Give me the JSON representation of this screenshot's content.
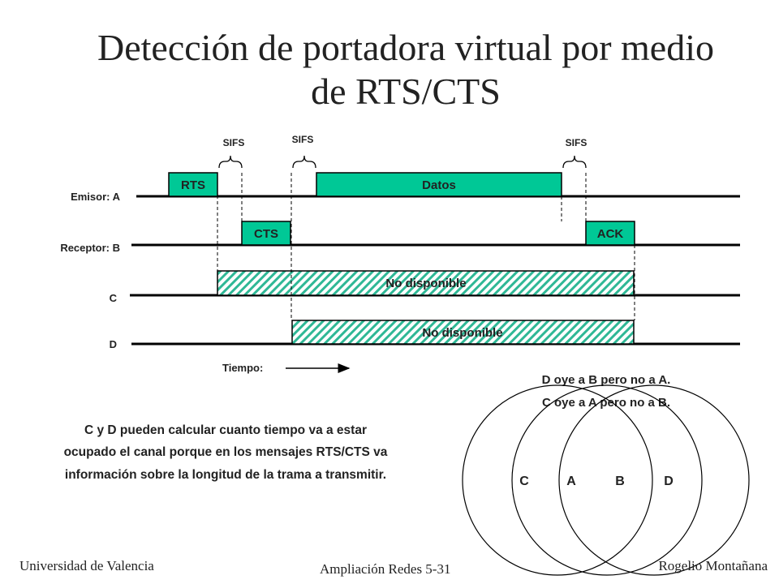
{
  "title": {
    "line1": "Detección de portadora virtual por medio",
    "line2": "de RTS/CTS"
  },
  "timeline": {
    "rows": [
      {
        "label": "Emisor: A"
      },
      {
        "label": "Receptor: B"
      },
      {
        "label": "C"
      },
      {
        "label": "D"
      }
    ],
    "frames": {
      "rts": "RTS",
      "cts": "CTS",
      "data": "Datos",
      "ack": "ACK"
    },
    "sifs": [
      "SIFS",
      "SIFS",
      "SIFS"
    ],
    "nav": [
      "No disponible",
      "No disponible"
    ],
    "time_label": "Tiempo:"
  },
  "note": {
    "line1": "C y D pueden calcular cuanto tiempo va a estar",
    "line2": "ocupado el canal porque en los mensajes RTS/CTS va",
    "line3": "información sobre la longitud de la trama a transmitir."
  },
  "coverage": {
    "line1": "D oye a B pero no a A.",
    "line2": "C oye a A pero no a B.",
    "nodes": [
      "C",
      "A",
      "B",
      "D"
    ]
  },
  "footer": {
    "left": "Universidad de Valencia",
    "center": "Ampliación Redes 5-31",
    "right": "Rogelio Montañana"
  },
  "colors": {
    "frame_fill": "#00c896",
    "hatch": "#2fb896"
  }
}
